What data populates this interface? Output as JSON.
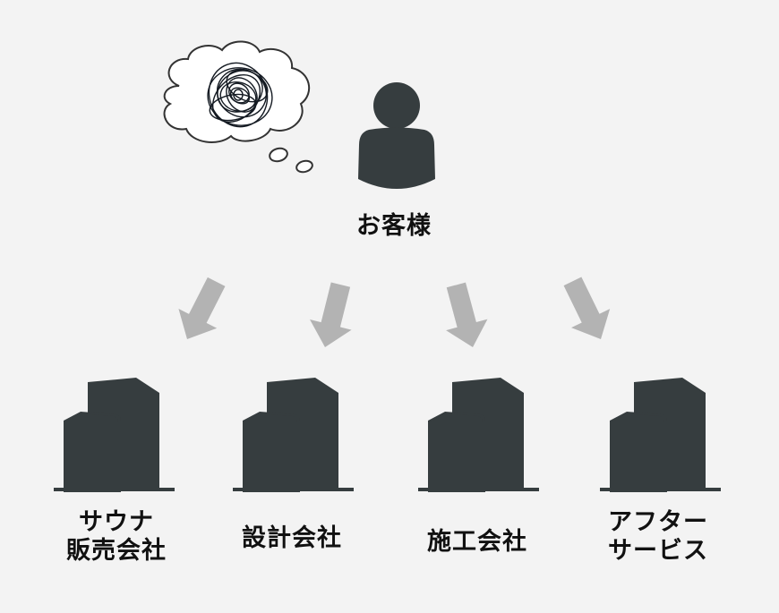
{
  "colors": {
    "background": "#f3f3f3",
    "icon": "#363d3f",
    "arrow": "#b3b3b3",
    "text": "#111111"
  },
  "customer": {
    "icon": "person-icon",
    "label": "お客様",
    "thought": {
      "icon": "thought-bubble-icon",
      "content": "tangled-scribble (confusion)"
    }
  },
  "arrows": [
    {
      "direction": "down-left"
    },
    {
      "direction": "down-slightly-left"
    },
    {
      "direction": "down-slightly-right"
    },
    {
      "direction": "down-right"
    }
  ],
  "companies": [
    {
      "icon": "building-icon",
      "label_lines": [
        "サウナ",
        "販売会社"
      ]
    },
    {
      "icon": "building-icon",
      "label_lines": [
        "設計会社"
      ]
    },
    {
      "icon": "building-icon",
      "label_lines": [
        "施工会社"
      ]
    },
    {
      "icon": "building-icon",
      "label_lines": [
        "アフター",
        "サービス"
      ]
    }
  ]
}
